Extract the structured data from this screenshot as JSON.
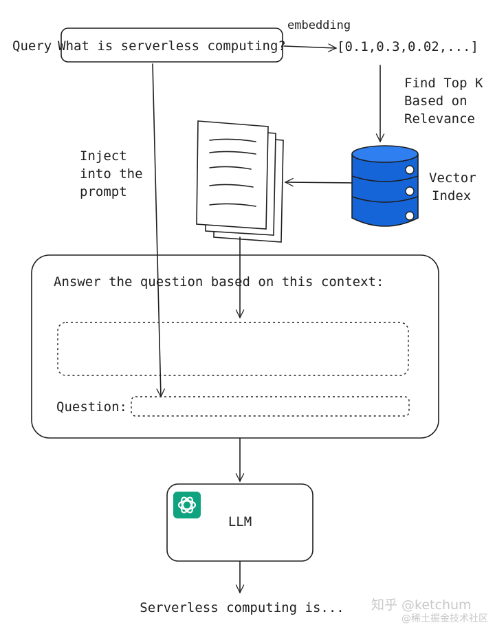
{
  "query": {
    "label": "Query",
    "text": "What is serverless computing?"
  },
  "embedding": {
    "label": "embedding",
    "vector": "[0.1,0.3,0.02,...]"
  },
  "retrieval": {
    "line1": "Find Top K",
    "line2": "Based on",
    "line3": "Relevance"
  },
  "vector_index": {
    "line1": "Vector",
    "line2": "Index",
    "color": "#1565d8"
  },
  "inject": {
    "line1": "Inject",
    "line2": "into the",
    "line3": "prompt"
  },
  "prompt": {
    "instruction": "Answer the question based on this context:",
    "question_label": "Question:"
  },
  "llm": {
    "label": "LLM",
    "icon": "openai-logo-icon",
    "icon_color": "#10a37f"
  },
  "output": {
    "text": "Serverless computing is..."
  },
  "watermark": {
    "line1": "知乎 @ketchum",
    "line2": "@稀土掘金技术社区"
  }
}
